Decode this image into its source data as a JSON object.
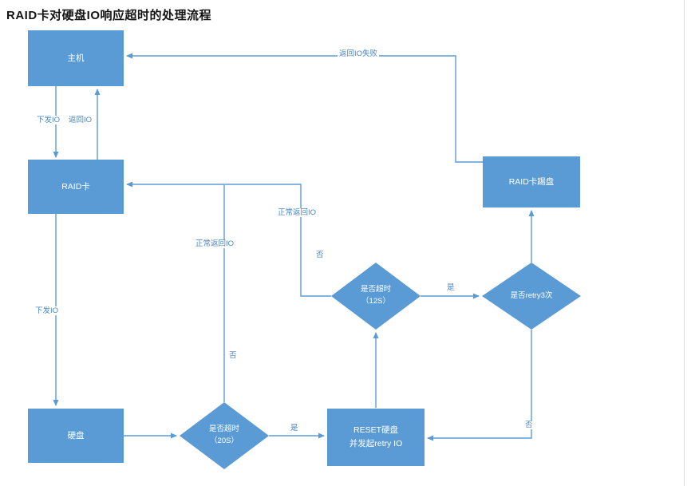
{
  "title": "RAID卡对硬盘IO响应超时的处理流程",
  "nodes": {
    "host": {
      "label": "主机"
    },
    "raid": {
      "label": "RAID卡"
    },
    "disk": {
      "label": "硬盘"
    },
    "kick": {
      "label": "RAID卡踢盘"
    },
    "reset": {
      "line1": "RESET硬盘",
      "line2": "并发起retry IO"
    },
    "timeout20": {
      "line1": "是否超时",
      "line2": "（20S）"
    },
    "timeout12": {
      "line1": "是否超时",
      "line2": "（12S）"
    },
    "retry3": {
      "label": "是否retry3次"
    }
  },
  "edge_labels": {
    "host_to_raid": "下发IO",
    "raid_to_host": "返回IO",
    "raid_to_disk": "下发IO",
    "t20_no_return": "正常返回IO",
    "t20_no": "否",
    "t20_yes": "是",
    "t12_no_return": "正常返回IO",
    "t12_no": "否",
    "t12_yes": "是",
    "retry_no": "否",
    "kick_to_host": "返回IO失败"
  },
  "colors": {
    "shape": "#5b9bd5",
    "connector": "#5b9bd5",
    "edge_label": "#4a86c5",
    "title": "#141414"
  }
}
